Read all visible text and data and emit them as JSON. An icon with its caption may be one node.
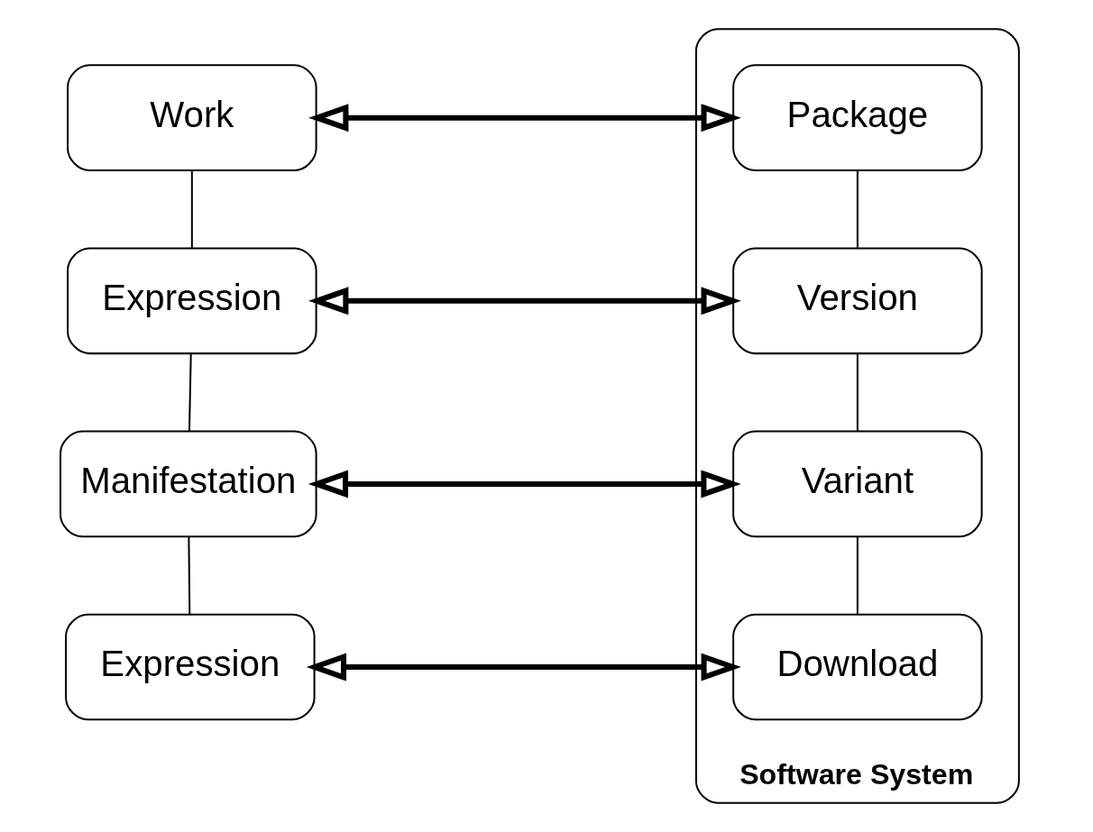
{
  "diagram": {
    "nodes": [
      {
        "text": [
          "Work"
        ]
      },
      {
        "text": [
          "Expression"
        ]
      },
      {
        "text": [
          "Manifestation"
        ]
      },
      {
        "text": [
          "Expression"
        ]
      },
      {
        "text": [
          "Software System"
        ]
      },
      {
        "text": [
          "Package"
        ],
        "in": 4
      },
      {
        "text": [
          "Version"
        ],
        "in": 4
      },
      {
        "text": [
          "Variant"
        ],
        "in": 4
      },
      {
        "text": [
          "Download"
        ],
        "in": 4
      }
    ],
    "edges": [
      {
        "from": 0,
        "to": 1,
        "arrow": "none"
      },
      {
        "from": 1,
        "to": 2,
        "arrow": "none"
      },
      {
        "from": 2,
        "to": 3,
        "arrow": "none"
      },
      {
        "from": 5,
        "to": 6,
        "arrow": "none"
      },
      {
        "from": 6,
        "to": 7,
        "arrow": "none"
      },
      {
        "from": 7,
        "to": 8,
        "arrow": "none"
      },
      {
        "from": 0,
        "to": 5,
        "arrow": "both",
        "style": "thick"
      },
      {
        "from": 1,
        "to": 6,
        "arrow": "both",
        "style": "thick"
      },
      {
        "from": 2,
        "to": 7,
        "arrow": "both",
        "style": "thick"
      },
      {
        "from": 3,
        "to": 8,
        "arrow": "both",
        "style": "thick"
      }
    ]
  }
}
